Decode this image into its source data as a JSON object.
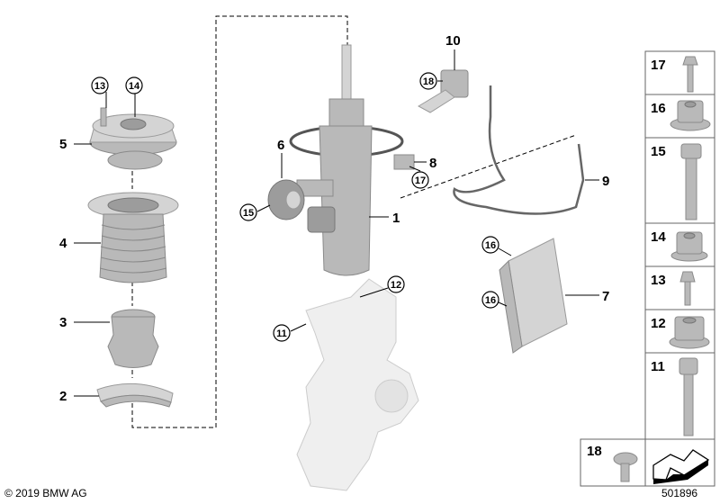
{
  "diagram_number": "501896",
  "copyright": "© 2019 BMW AG",
  "callouts": {
    "p1": "1",
    "p2": "2",
    "p3": "3",
    "p4": "4",
    "p5": "5",
    "p6": "6",
    "p7": "7",
    "p8": "8",
    "p9": "9",
    "p10": "10"
  },
  "circled_callouts": {
    "c13": "13",
    "c14": "14",
    "c15": "15",
    "c17": "17",
    "c18": "18",
    "c16a": "16",
    "c16b": "16",
    "c12": "12",
    "c11": "11"
  },
  "fastener_panel": [
    "17",
    "16",
    "15",
    "14",
    "13",
    "12",
    "11",
    "18"
  ],
  "colors": {
    "part": "#b9b9b9",
    "line": "#000000"
  }
}
